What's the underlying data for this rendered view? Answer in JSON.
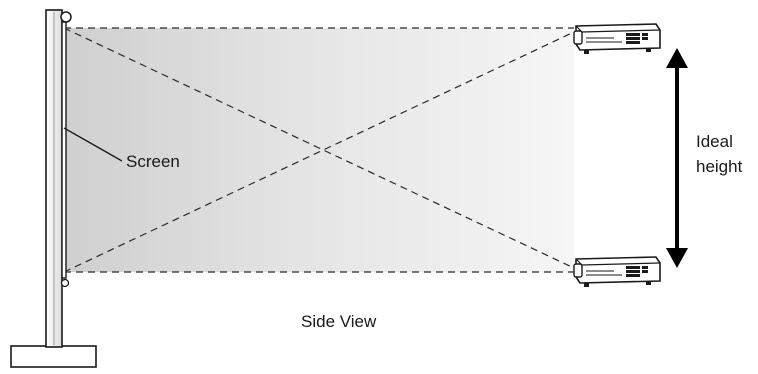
{
  "diagram": {
    "screen_label": "Screen",
    "height_label_line1": "Ideal",
    "height_label_line2": "height",
    "caption": "Side View"
  }
}
